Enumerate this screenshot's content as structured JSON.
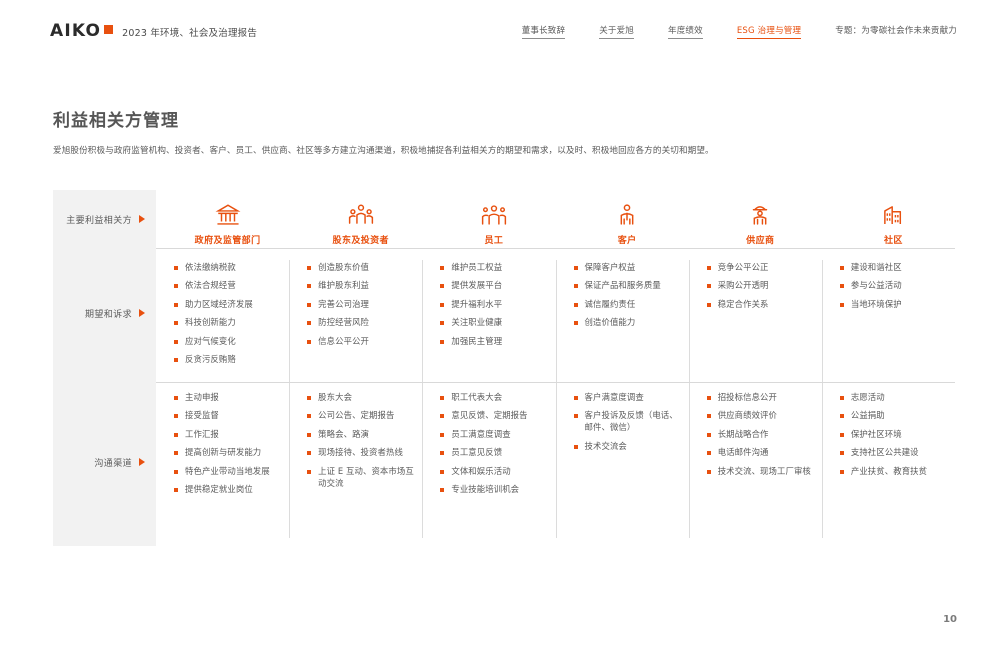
{
  "header": {
    "logo_text": "AIKO",
    "logo_mark": "orange-square",
    "report_title": "2023 年环境、社会及治理报告",
    "nav": [
      {
        "label": "董事长致辞",
        "active": false
      },
      {
        "label": "关于爱旭",
        "active": false
      },
      {
        "label": "年度绩效",
        "active": false
      },
      {
        "label": "ESG 治理与管理",
        "active": true
      },
      {
        "label": "专题：为零碳社会作未来贡献力",
        "active": false
      }
    ]
  },
  "main": {
    "page_title": "利益相关方管理",
    "description": "爱旭股份积极与政府监管机构、投资者、客户、员工、供应商、社区等多方建立沟通渠道，积极地捕捉各利益相关方的期望和需求，以及时、积极地回应各方的关切和期望。",
    "row_labels": [
      {
        "label": "主要利益相关方",
        "icon": "triangle-right-icon"
      },
      {
        "label": "期望和诉求",
        "icon": "triangle-right-icon"
      },
      {
        "label": "沟通渠道",
        "icon": "triangle-right-icon"
      }
    ],
    "columns": [
      {
        "name": "政府及监管部门",
        "icon": "government-building-icon",
        "expectations": [
          "依法缴纳税款",
          "依法合规经营",
          "助力区域经济发展",
          "科技创新能力",
          "应对气候变化",
          "反贪污反贿赂"
        ],
        "channels": [
          "主动申报",
          "接受监督",
          "工作汇报",
          "提高创新与研发能力",
          "特色产业带动当地发展",
          "提供稳定就业岗位"
        ]
      },
      {
        "name": "股东及投资者",
        "icon": "investors-group-icon",
        "expectations": [
          "创造股东价值",
          "维护股东利益",
          "完善公司治理",
          "防控经营风险",
          "信息公平公开"
        ],
        "channels": [
          "股东大会",
          "公司公告、定期报告",
          "策略会、路演",
          "现场接待、投资者热线",
          "上证 E 互动、资本市场互动交流"
        ]
      },
      {
        "name": "员工",
        "icon": "employees-icon",
        "expectations": [
          "维护员工权益",
          "提供发展平台",
          "提升福利水平",
          "关注职业健康",
          "加强民主管理"
        ],
        "channels": [
          "职工代表大会",
          "意见反馈、定期报告",
          "员工满意度调查",
          "员工意见反馈",
          "文体和娱乐活动",
          "专业技能培训机会"
        ]
      },
      {
        "name": "客户",
        "icon": "customer-icon",
        "expectations": [
          "保障客户权益",
          "保证产品和服务质量",
          "诚信履约责任",
          "创造价值能力"
        ],
        "channels": [
          "客户满意度调查",
          "客户投诉及反馈（电话、邮件、微信）",
          "技术交流会"
        ]
      },
      {
        "name": "供应商",
        "icon": "supplier-worker-icon",
        "expectations": [
          "竞争公平公正",
          "采购公开透明",
          "稳定合作关系"
        ],
        "channels": [
          "招投标信息公开",
          "供应商绩效评价",
          "长期战略合作",
          "电话邮件沟通",
          "技术交流、现场工厂审核"
        ]
      },
      {
        "name": "社区",
        "icon": "community-buildings-icon",
        "expectations": [
          "建设和谐社区",
          "参与公益活动",
          "当地环境保护"
        ],
        "channels": [
          "志愿活动",
          "公益捐助",
          "保护社区环境",
          "支持社区公共建设",
          "产业扶贫、教育扶贫"
        ]
      }
    ]
  },
  "footer": {
    "page_number": "10"
  }
}
